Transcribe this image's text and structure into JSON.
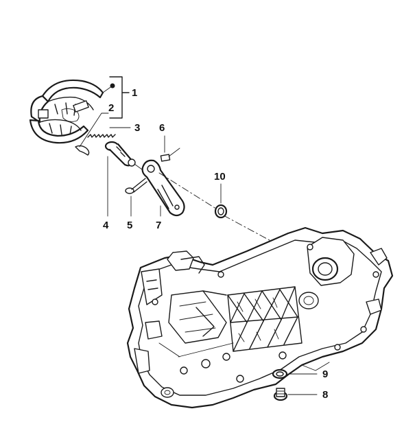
{
  "diagram": {
    "colors": {
      "line": "#1a1a1a",
      "background": "#ffffff"
    },
    "parts": [
      {
        "id": "p1",
        "label": "1"
      },
      {
        "id": "p2",
        "label": "2"
      },
      {
        "id": "p3",
        "label": "3"
      },
      {
        "id": "p4",
        "label": "4"
      },
      {
        "id": "p5",
        "label": "5"
      },
      {
        "id": "p6",
        "label": "6"
      },
      {
        "id": "p7",
        "label": "7"
      },
      {
        "id": "p8",
        "label": "8"
      },
      {
        "id": "p9",
        "label": "9"
      },
      {
        "id": "p10",
        "label": "10"
      }
    ]
  }
}
